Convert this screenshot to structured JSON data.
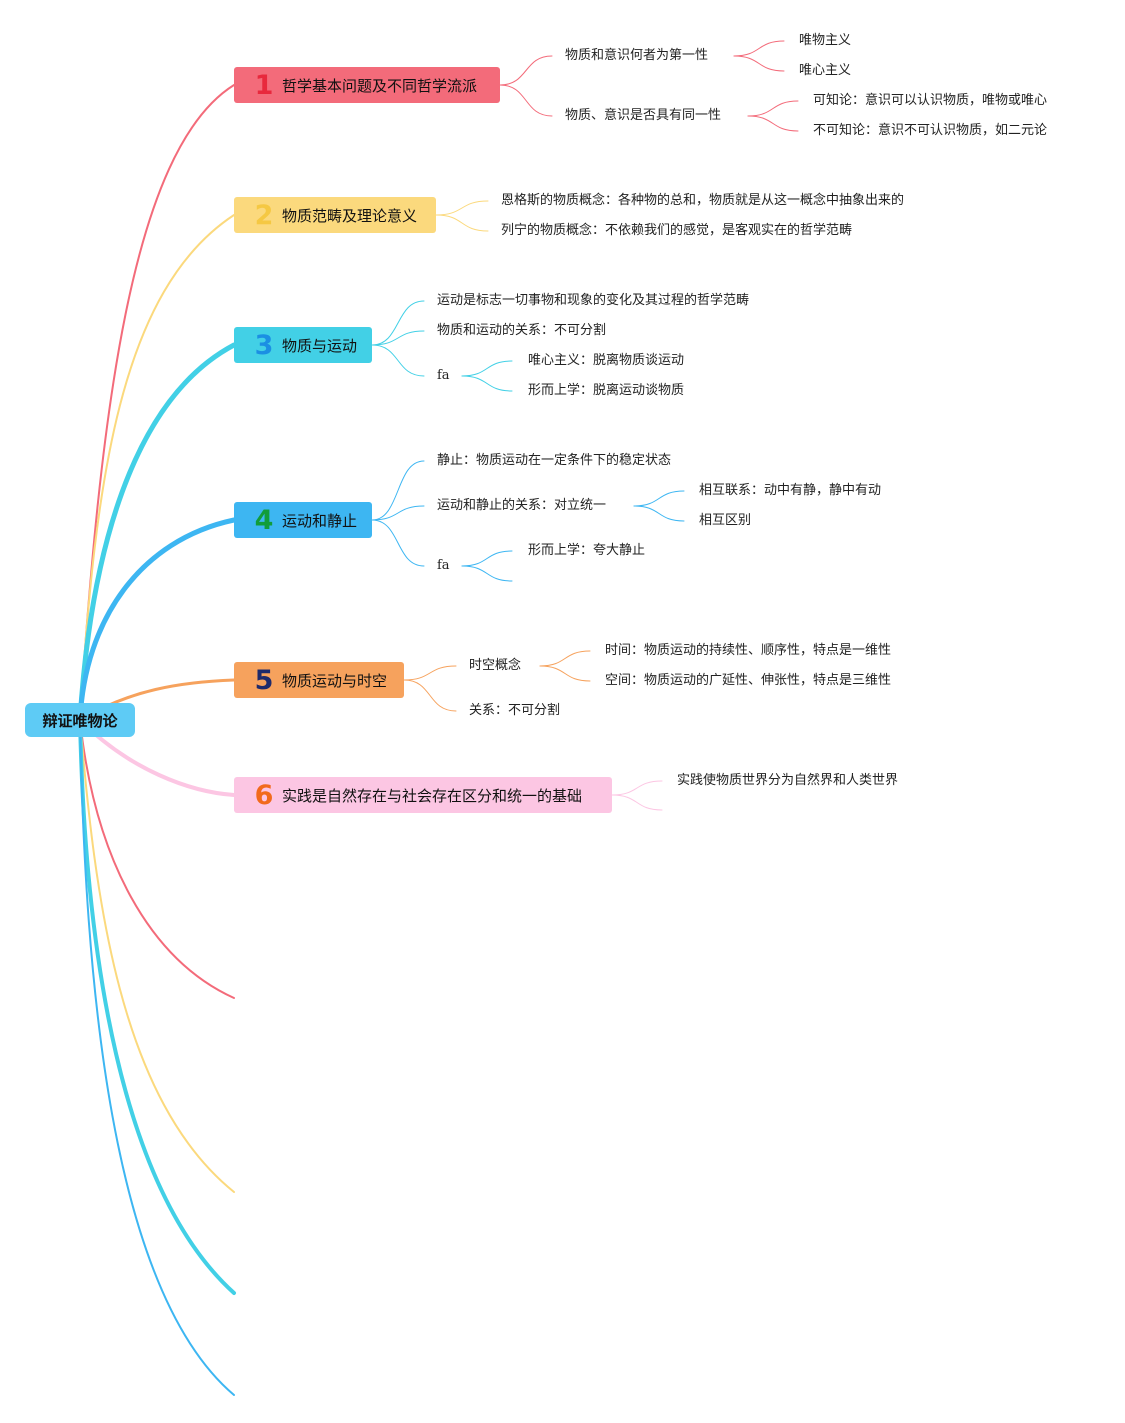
{
  "root": {
    "label": "辩证唯物论",
    "color": "#5ecbf5"
  },
  "branches": [
    {
      "number": "1",
      "label": "哲学基本问题及不同哲学流派",
      "color": "#f36b7a",
      "number_color": "#e8293d",
      "children": [
        {
          "label": "物质和意识何者为第一性",
          "children": [
            {
              "label": "唯物主义"
            },
            {
              "label": "唯心主义"
            }
          ]
        },
        {
          "label": "物质、意识是否具有同一性",
          "children": [
            {
              "label": "可知论：意识可以认识物质，唯物或唯心"
            },
            {
              "label": "不可知论：意识不可认识物质，如二元论"
            }
          ]
        }
      ]
    },
    {
      "number": "2",
      "label": "物质范畴及理论意义",
      "color": "#fbd97d",
      "number_color": "#f5c843",
      "children": [
        {
          "label": "恩格斯的物质概念：各种物的总和，物质就是从这一概念中抽象出来的"
        },
        {
          "label": "列宁的物质概念：不依赖我们的感觉，是客观实在的哲学范畴"
        }
      ]
    },
    {
      "number": "3",
      "label": "物质与运动",
      "color": "#42d0e6",
      "number_color": "#1b8fe3",
      "children": [
        {
          "label": "运动是标志一切事物和现象的变化及其过程的哲学范畴"
        },
        {
          "label": "物质和运动的关系：不可分割"
        },
        {
          "label": "fa",
          "children": [
            {
              "label": "唯心主义：脱离物质谈运动"
            },
            {
              "label": "形而上学：脱离运动谈物质"
            }
          ]
        }
      ]
    },
    {
      "number": "4",
      "label": "运动和静止",
      "color": "#3db6f2",
      "number_color": "#119d3a",
      "children": [
        {
          "label": "静止：物质运动在一定条件下的稳定状态"
        },
        {
          "label": "运动和静止的关系：对立统一",
          "children": [
            {
              "label": "相互联系：动中有静，静中有动"
            },
            {
              "label": "相互区别"
            }
          ]
        },
        {
          "label": "fa",
          "children": [
            {
              "label": "形而上学：夸大静止"
            },
            {
              "label": ""
            }
          ]
        }
      ]
    },
    {
      "number": "5",
      "label": "物质运动与时空",
      "color": "#f6a25d",
      "number_color": "#1e2a6b",
      "children": [
        {
          "label": "时空概念",
          "children": [
            {
              "label": "时间：物质运动的持续性、顺序性，特点是一维性"
            },
            {
              "label": "空间：物质运动的广延性、伸张性，特点是三维性"
            }
          ]
        },
        {
          "label": "关系：不可分割"
        }
      ]
    },
    {
      "number": "6",
      "label": "实践是自然存在与社会存在区分和统一的基础",
      "color": "#fcc6e3",
      "number_color": "#f26a1c",
      "children": [
        {
          "label": "实践使物质世界分为自然界和人类世界"
        }
      ]
    }
  ]
}
